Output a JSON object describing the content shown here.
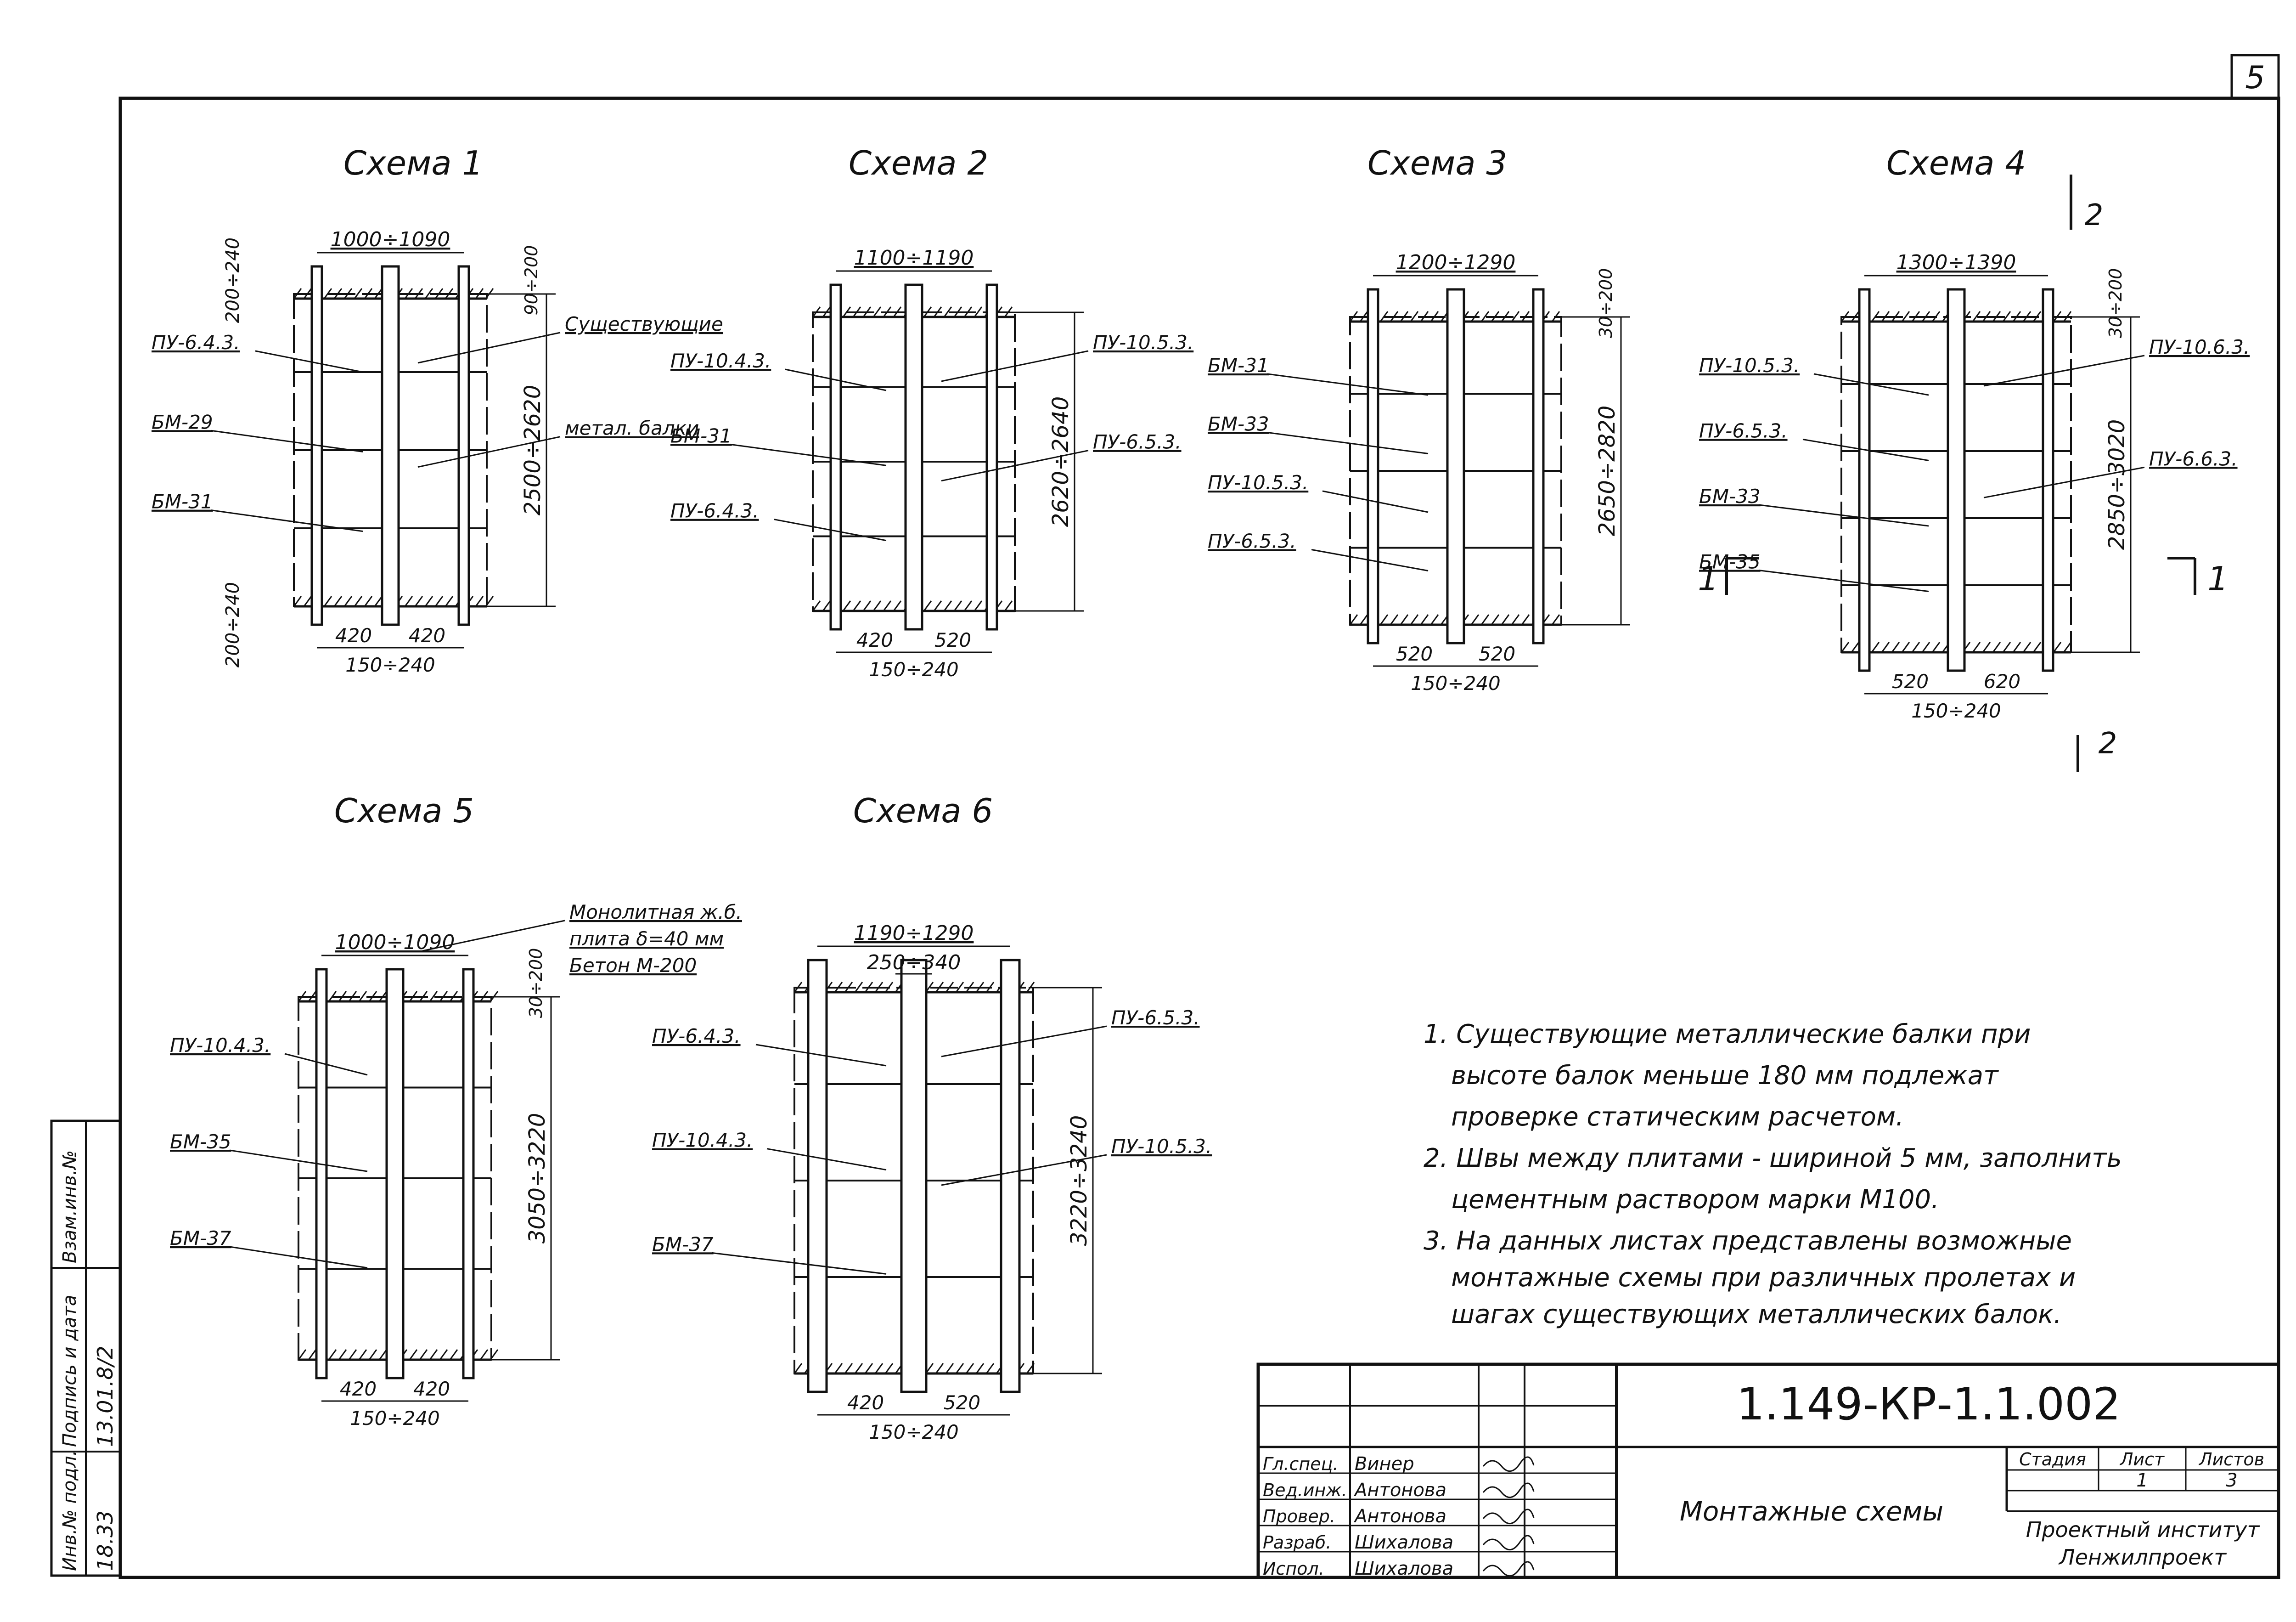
{
  "sheet": {
    "page_number": "5"
  },
  "schemes": [
    {
      "title": "Схема 1",
      "span": "1000÷1090",
      "height": "2500÷2620",
      "top_band": "200÷240",
      "bottom_band": "200÷240",
      "right_band": "90÷200",
      "left_labels": [
        "ПУ-6.4.3.",
        "БМ-29",
        "БМ-31"
      ],
      "right_labels": [
        "Существующие",
        "метал. балки"
      ],
      "bottom_dims": [
        "420",
        "420",
        "150÷240"
      ]
    },
    {
      "title": "Схема 2",
      "span": "1100÷1190",
      "height": "2620÷2640",
      "left_labels": [
        "ПУ-10.4.3.",
        "БМ-31",
        "ПУ-6.4.3."
      ],
      "right_labels": [
        "ПУ-10.5.3.",
        "ПУ-6.5.3."
      ],
      "bottom_dims": [
        "420",
        "520",
        "150÷240"
      ]
    },
    {
      "title": "Схема 3",
      "span": "1200÷1290",
      "height": "2650÷2820",
      "right_band": "30÷200",
      "left_labels": [
        "БМ-31",
        "БМ-33",
        "ПУ-10.5.3.",
        "ПУ-6.5.3."
      ],
      "right_labels": [],
      "bottom_dims": [
        "520",
        "520",
        "150÷240"
      ]
    },
    {
      "title": "Схема 4",
      "span": "1300÷1390",
      "height": "2850÷3020",
      "right_band": "30÷200",
      "left_labels": [
        "ПУ-10.5.3.",
        "ПУ-6.5.3.",
        "БМ-33",
        "БМ-35"
      ],
      "right_labels": [
        "ПУ-10.6.3.",
        "ПУ-6.6.3."
      ],
      "bottom_dims": [
        "520",
        "620",
        "150÷240"
      ],
      "section_marks": [
        "1",
        "1",
        "2",
        "2"
      ]
    },
    {
      "title": "Схема 5",
      "span": "1000÷1090",
      "height": "3050÷3220",
      "right_band": "30÷200",
      "left_labels": [
        "ПУ-10.4.3.",
        "БМ-35",
        "БМ-37"
      ],
      "right_labels": [
        "Монолитная ж.б.",
        "плита δ=40 мм",
        "Бетон М-200"
      ],
      "bottom_dims": [
        "420",
        "420",
        "150÷240"
      ]
    },
    {
      "title": "Схема 6",
      "span": "1190÷1290",
      "span_inner": "250÷340",
      "height": "3220÷3240",
      "left_labels": [
        "ПУ-6.4.3.",
        "ПУ-10.4.3.",
        "БМ-37"
      ],
      "right_labels": [
        "ПУ-6.5.3.",
        "ПУ-10.5.3."
      ],
      "bottom_dims": [
        "420",
        "520",
        "150÷240"
      ]
    }
  ],
  "notes": [
    "1. Существующие металлические балки при",
    "высоте балок меньше 180 мм подлежат",
    "проверке статическим расчетом.",
    "2. Швы между плитами - шириной 5 мм, заполнить",
    "цементным раствором марки М100.",
    "3. На данных листах представлены возможные",
    "монтажные схемы при различных пролетах и",
    "шагах существующих металлических балок."
  ],
  "title_block": {
    "code": "1.149-КР-1.1.002",
    "title": "Монтажные схемы",
    "stage_label": "Стадия",
    "sheet_label": "Лист",
    "sheets_label": "Листов",
    "sheet": "1",
    "sheets": "3",
    "organization": [
      "Проектный институт",
      "Ленжилпроект"
    ],
    "signers": [
      {
        "role": "Гл.спец.",
        "name": "Винер"
      },
      {
        "role": "Вед.инж.",
        "name": "Антонова"
      },
      {
        "role": "Провер.",
        "name": "Антонова"
      },
      {
        "role": "Разраб.",
        "name": "Шихалова"
      },
      {
        "role": "Испол.",
        "name": "Шихалова"
      }
    ]
  },
  "margin_stamp": {
    "labels": [
      "Инв.№ подл.",
      "Подпись и дата",
      "Взам.инв.№"
    ],
    "values": [
      "18.33",
      "13.01.8/2"
    ]
  }
}
